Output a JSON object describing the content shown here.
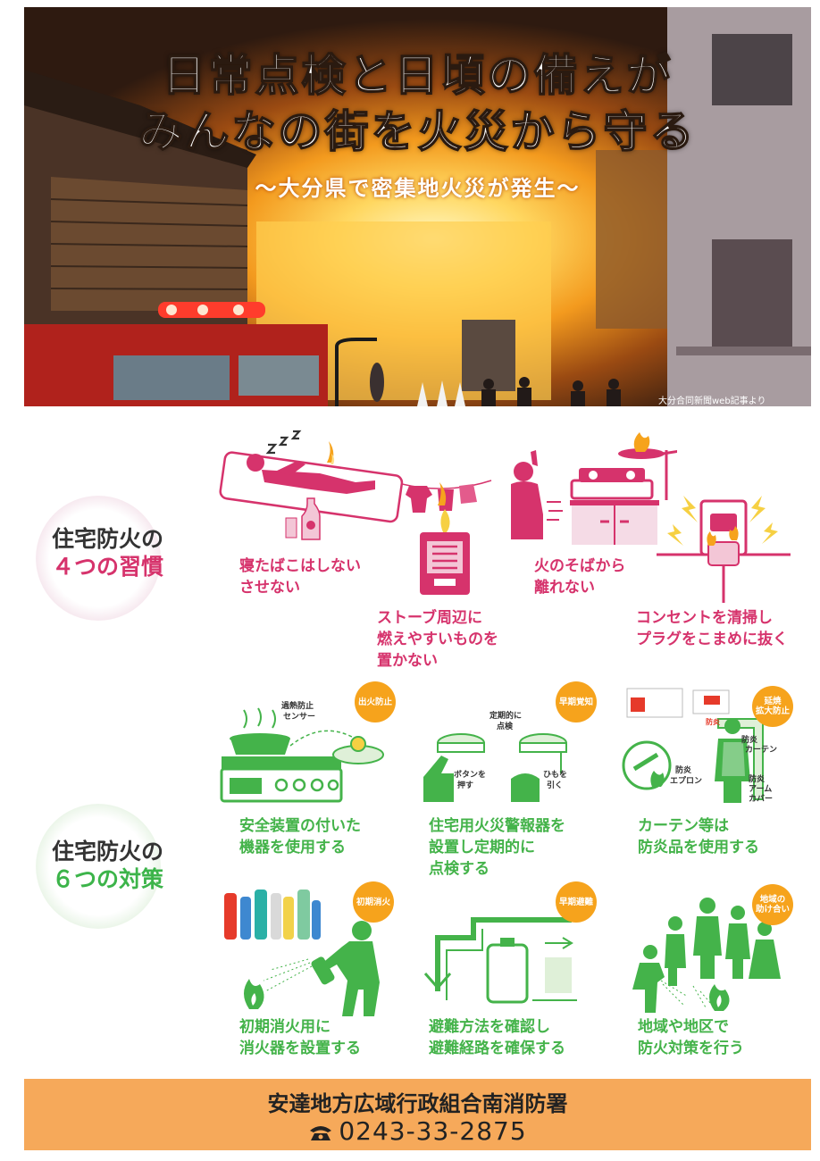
{
  "hero": {
    "title_line1": "日常点検と日頃の備えが",
    "title_line2": "みんなの街を火災から守る",
    "subtitle": "～大分県で密集地火災が発生～",
    "photo_credit": "大分合同新聞web記事より"
  },
  "habits": {
    "label_line1": "住宅防火の",
    "label_line2": "４つの習慣",
    "items": [
      {
        "line1": "寝たばこはしない",
        "line2": "させない",
        "icon": "sleeping-smoker-icon"
      },
      {
        "line1": "ストーブ周辺に",
        "line2": "燃えやすいものを",
        "line3": "置かない",
        "icon": "stove-icon"
      },
      {
        "line1": "火のそばから",
        "line2": "離れない",
        "icon": "kitchen-stove-icon"
      },
      {
        "line1": "コンセントを清掃し",
        "line2": "プラグをこまめに抜く",
        "icon": "outlet-icon"
      }
    ]
  },
  "measures": {
    "label_line1": "住宅防火の",
    "label_line2": "６つの対策",
    "items": [
      {
        "badge": "出火防止",
        "line1": "安全装置の付いた",
        "line2": "機器を使用する",
        "art_labels": [
          "過熱防止",
          "センサー"
        ]
      },
      {
        "badge": "早期覚知",
        "line1": "住宅用火災警報器を",
        "line2": "設置し定期的に",
        "line3": "点検する",
        "art_labels": [
          "定期的に",
          "点検",
          "ボタンを",
          "押す",
          "ひもを",
          "引く"
        ]
      },
      {
        "badge_line1": "延焼",
        "badge_line2": "拡大防止",
        "line1": "カーテン等は",
        "line2": "防炎品を使用する",
        "art_labels": [
          "防炎",
          "カーテン",
          "防炎",
          "エプロン",
          "防炎",
          "アーム",
          "カバー",
          "防炎"
        ]
      },
      {
        "badge": "初期消火",
        "line1": "初期消火用に",
        "line2": "消火器を設置する"
      },
      {
        "badge": "早期避難",
        "line1": "避難方法を確認し",
        "line2": "避難経路を確保する"
      },
      {
        "badge_line1": "地域の",
        "badge_line2": "助け合い",
        "line1": "地域や地区で",
        "line2": "防火対策を行う"
      }
    ]
  },
  "footer": {
    "org": "安達地方広域行政組合南消防署",
    "tel": "0243-33-2875"
  },
  "colors": {
    "pink": "#d6336c",
    "green": "#44b34a",
    "orange_badge": "#f6a31c",
    "footer_bg": "#f6a95a"
  }
}
